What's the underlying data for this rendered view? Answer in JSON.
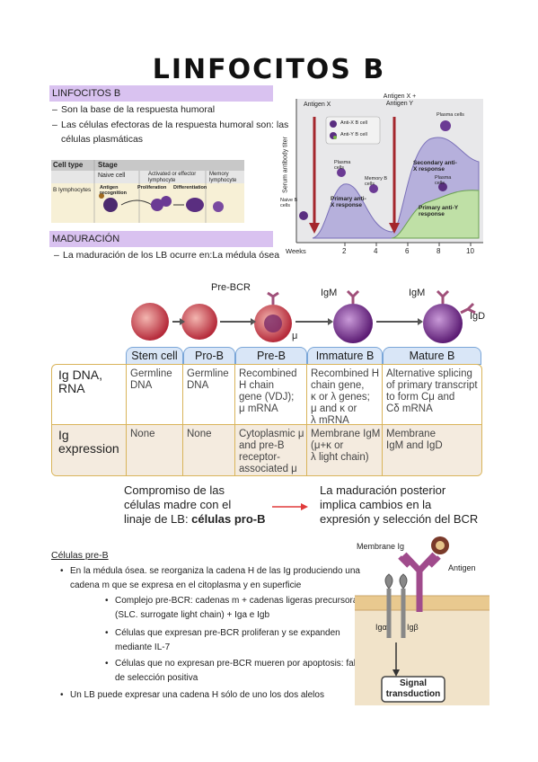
{
  "title": "LINFOCITOS B",
  "section1": {
    "heading": "LINFOCITOS B",
    "bullets": [
      "Son la base de la respuesta humoral",
      "Las células efectoras de la respuesta humoral son: las",
      "células plasmáticas"
    ]
  },
  "section2": {
    "heading": "MADURACIÓN",
    "bullets": [
      "La maduración de los LB ocurre en:La médula ósea"
    ]
  },
  "stage_table_small": {
    "col1": "Cell type",
    "col2": "Stage",
    "stages": [
      "Naive cell",
      "Activated or effector lymphocyte",
      "Memory lymphocyte"
    ],
    "row": "B lymphocytes",
    "steps": [
      "Antigen recognition",
      "Proliferation",
      "Differentiation"
    ]
  },
  "antibody_chart": {
    "antigen1": "Antigen X",
    "antigen2": "Antigen X + Antigen Y",
    "legend": [
      "Anti-X B cell",
      "Anti-Y B cell"
    ],
    "ylabel": "Serum antibody titer",
    "xlabel": "Weeks",
    "xticks": [
      "2",
      "4",
      "6",
      "8",
      "10"
    ],
    "labels": {
      "naive": "Naive B cells",
      "plasma1": "Plasma cells",
      "memory": "Memory B cells",
      "plasma2": "Plasma cells",
      "plasma3": "Plasma cells",
      "primary_x": "Primary anti-X response",
      "secondary_x": "Secondary anti-X response",
      "primary_y": "Primary anti-Y response"
    },
    "colors": {
      "x_response": "#b6b0dc",
      "y_response": "#bfe0a6",
      "arrow": "#a4262c"
    }
  },
  "maturation": {
    "top_labels": {
      "prebcr": "Pre-BCR",
      "mu": "μ",
      "igm1": "IgM",
      "igm2": "IgM",
      "igd": "IgD"
    },
    "stages": [
      "Stem cell",
      "Pro-B",
      "Pre-B",
      "Immature B",
      "Mature B"
    ],
    "rows": [
      {
        "head": [
          "Ig DNA,",
          "RNA"
        ],
        "cells": [
          [
            "Germline",
            "DNA"
          ],
          [
            "Germline",
            "DNA"
          ],
          [
            "Recombined",
            "H chain",
            "gene (VDJ);",
            "μ mRNA"
          ],
          [
            "Recombined H",
            "chain gene,",
            "κ or λ genes;",
            "μ and κ or",
            "λ mRNA"
          ],
          [
            "Alternative splicing",
            "of primary transcript",
            "to form Cμ and",
            "Cδ mRNA"
          ]
        ]
      },
      {
        "head": [
          "Ig",
          "expression"
        ],
        "cells": [
          [
            "None"
          ],
          [
            "None"
          ],
          [
            "Cytoplasmic μ",
            "and pre-B",
            "receptor-",
            "associated μ"
          ],
          [
            "Membrane IgM",
            "(μ+κ or",
            "λ light chain)"
          ],
          [
            "Membrane",
            "IgM and IgD"
          ]
        ]
      }
    ],
    "caption_left": [
      "Compromiso de las",
      "células madre con el",
      "linaje de LB: "
    ],
    "caption_left_bold": "células pro-B",
    "caption_right": [
      "La maduración posterior",
      "implica cambios en la",
      "expresión y selección del BCR"
    ]
  },
  "section3": {
    "heading": "Células pre-B",
    "items": [
      {
        "level": 1,
        "text": "En la médula ósea. se reorganiza la cadena H de las Ig produciendo una"
      },
      {
        "level": 0,
        "text": "cadena m que se expresa en el citoplasma y en superficie"
      },
      {
        "level": 2,
        "text": "Complejo pre-BCR: cadenas m + cadenas ligeras precursoras"
      },
      {
        "level": 0,
        "text": "(SLC. surrogate light chain) + Iga e Igb"
      },
      {
        "level": 2,
        "text": "Células que expresan pre-BCR proliferan y se expanden"
      },
      {
        "level": 0,
        "text": "mediante IL-7"
      },
      {
        "level": 2,
        "text": "Células que no expresan pre-BCR mueren por apoptosis: fallo"
      },
      {
        "level": 0,
        "text": "de selección positiva"
      },
      {
        "level": 1,
        "text": "Un LB puede expresar una cadena H sólo de uno los dos alelos"
      }
    ]
  },
  "receptor_fig": {
    "membrane_ig": "Membrane Ig",
    "antigen": "Antigen",
    "iga": "Igα",
    "igb": "Igβ",
    "signal": [
      "Signal",
      "transduction"
    ]
  }
}
